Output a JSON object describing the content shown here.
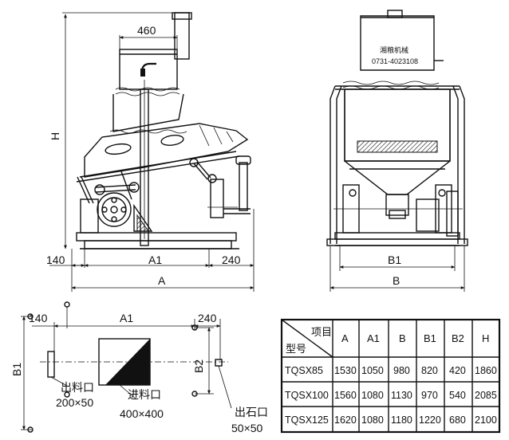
{
  "front_view": {
    "dim_top": "460",
    "dim_height": "H",
    "dim_left_offset": "140",
    "dim_a1": "A1",
    "dim_right_offset": "240",
    "dim_a": "A"
  },
  "side_view": {
    "nameplate_brand": "湘粮机械",
    "nameplate_phone": "0731-4023108",
    "dim_b1": "B1",
    "dim_b": "B"
  },
  "plan_view": {
    "dim_left_offset": "140",
    "dim_a1": "A1",
    "dim_right_offset": "240",
    "dim_b1": "B1",
    "dim_b2": "B2",
    "outlet_label": "出料口",
    "outlet_size": "200×50",
    "inlet_label": "进料口",
    "inlet_size": "400×400",
    "stone_outlet_label": "出石口",
    "stone_outlet_size": "50×50"
  },
  "spec_table": {
    "corner_top": "项目",
    "corner_bottom": "型号",
    "columns": [
      "A",
      "A1",
      "B",
      "B1",
      "B2",
      "H"
    ],
    "rows": [
      {
        "model": "TQSX85",
        "values": [
          "1530",
          "1050",
          "980",
          "820",
          "420",
          "1860"
        ]
      },
      {
        "model": "TQSX100",
        "values": [
          "1560",
          "1080",
          "1130",
          "970",
          "540",
          "2085"
        ]
      },
      {
        "model": "TQSX125",
        "values": [
          "1620",
          "1080",
          "1180",
          "1220",
          "680",
          "2100"
        ]
      }
    ]
  }
}
